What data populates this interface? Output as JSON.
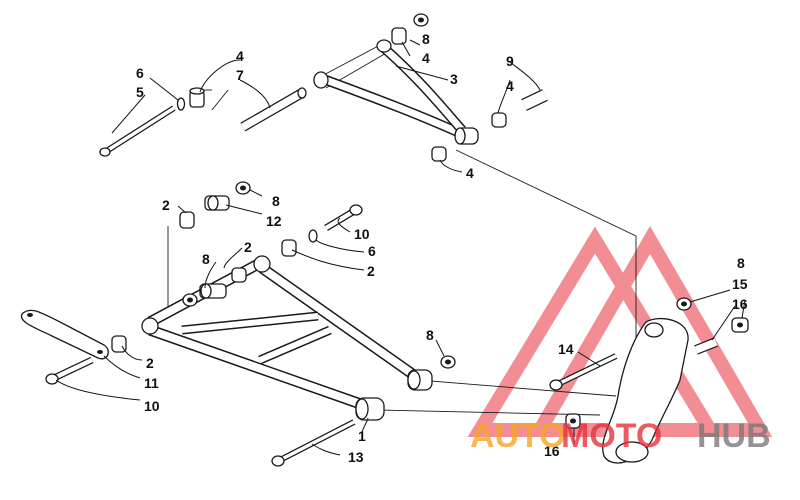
{
  "callouts": [
    {
      "id": "c1",
      "text": "1"
    },
    {
      "id": "c2a",
      "text": "2"
    },
    {
      "id": "c2b",
      "text": "2"
    },
    {
      "id": "c2c",
      "text": "2"
    },
    {
      "id": "c2d",
      "text": "2"
    },
    {
      "id": "c3",
      "text": "3"
    },
    {
      "id": "c4a",
      "text": "4"
    },
    {
      "id": "c4b",
      "text": "4"
    },
    {
      "id": "c4c",
      "text": "4"
    },
    {
      "id": "c4d",
      "text": "4"
    },
    {
      "id": "c5",
      "text": "5"
    },
    {
      "id": "c6a",
      "text": "6"
    },
    {
      "id": "c6b",
      "text": "6"
    },
    {
      "id": "c7",
      "text": "7"
    },
    {
      "id": "c8a",
      "text": "8"
    },
    {
      "id": "c8b",
      "text": "8"
    },
    {
      "id": "c8c",
      "text": "8"
    },
    {
      "id": "c8d",
      "text": "8"
    },
    {
      "id": "c8e",
      "text": "8"
    },
    {
      "id": "c9",
      "text": "9"
    },
    {
      "id": "c10a",
      "text": "10"
    },
    {
      "id": "c10b",
      "text": "10"
    },
    {
      "id": "c11",
      "text": "11"
    },
    {
      "id": "c12",
      "text": "12"
    },
    {
      "id": "c13",
      "text": "13"
    },
    {
      "id": "c14",
      "text": "14"
    },
    {
      "id": "c15",
      "text": "15"
    },
    {
      "id": "c16a",
      "text": "16"
    },
    {
      "id": "c16b",
      "text": "16"
    }
  ],
  "watermark": {
    "part1": "AUTO",
    "part2": "MOTO",
    "part3": "HUB",
    "color_orange": "#f5a623",
    "color_red": "#e8323c",
    "color_gray": "#7a7a7a"
  }
}
